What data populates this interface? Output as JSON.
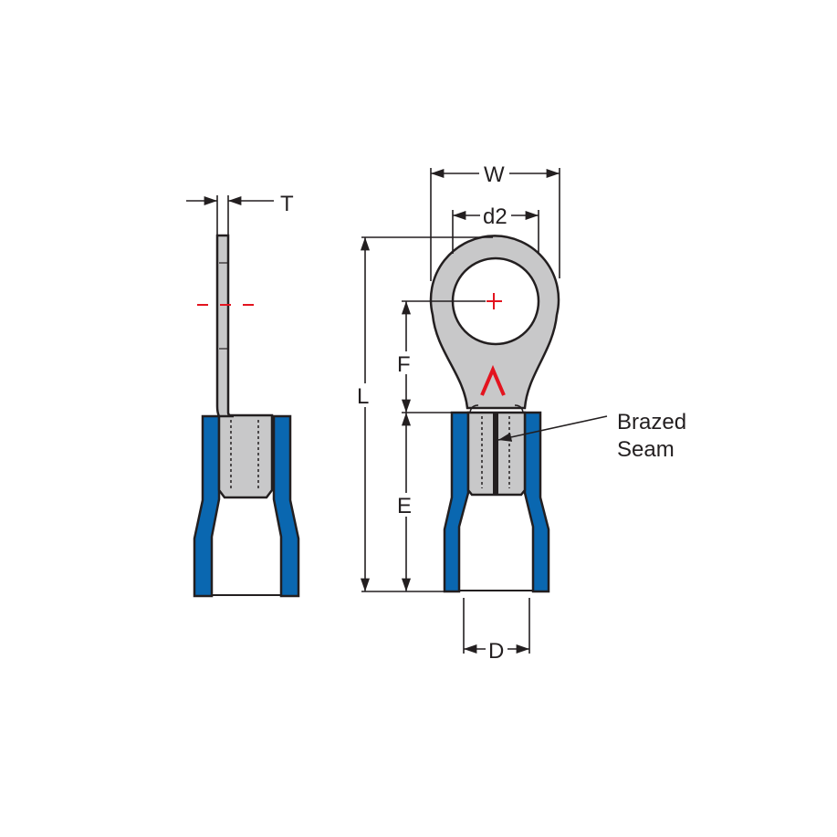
{
  "colors": {
    "metal": "#c8c8c9",
    "insulation": "#0a67b0",
    "mark": "#e3141f",
    "line": "#231f20"
  },
  "labels": {
    "T": "T",
    "W": "W",
    "d2": "d2",
    "L": "L",
    "F": "F",
    "E": "E",
    "D": "D",
    "callout_line1": "Brazed",
    "callout_line2": "Seam"
  }
}
